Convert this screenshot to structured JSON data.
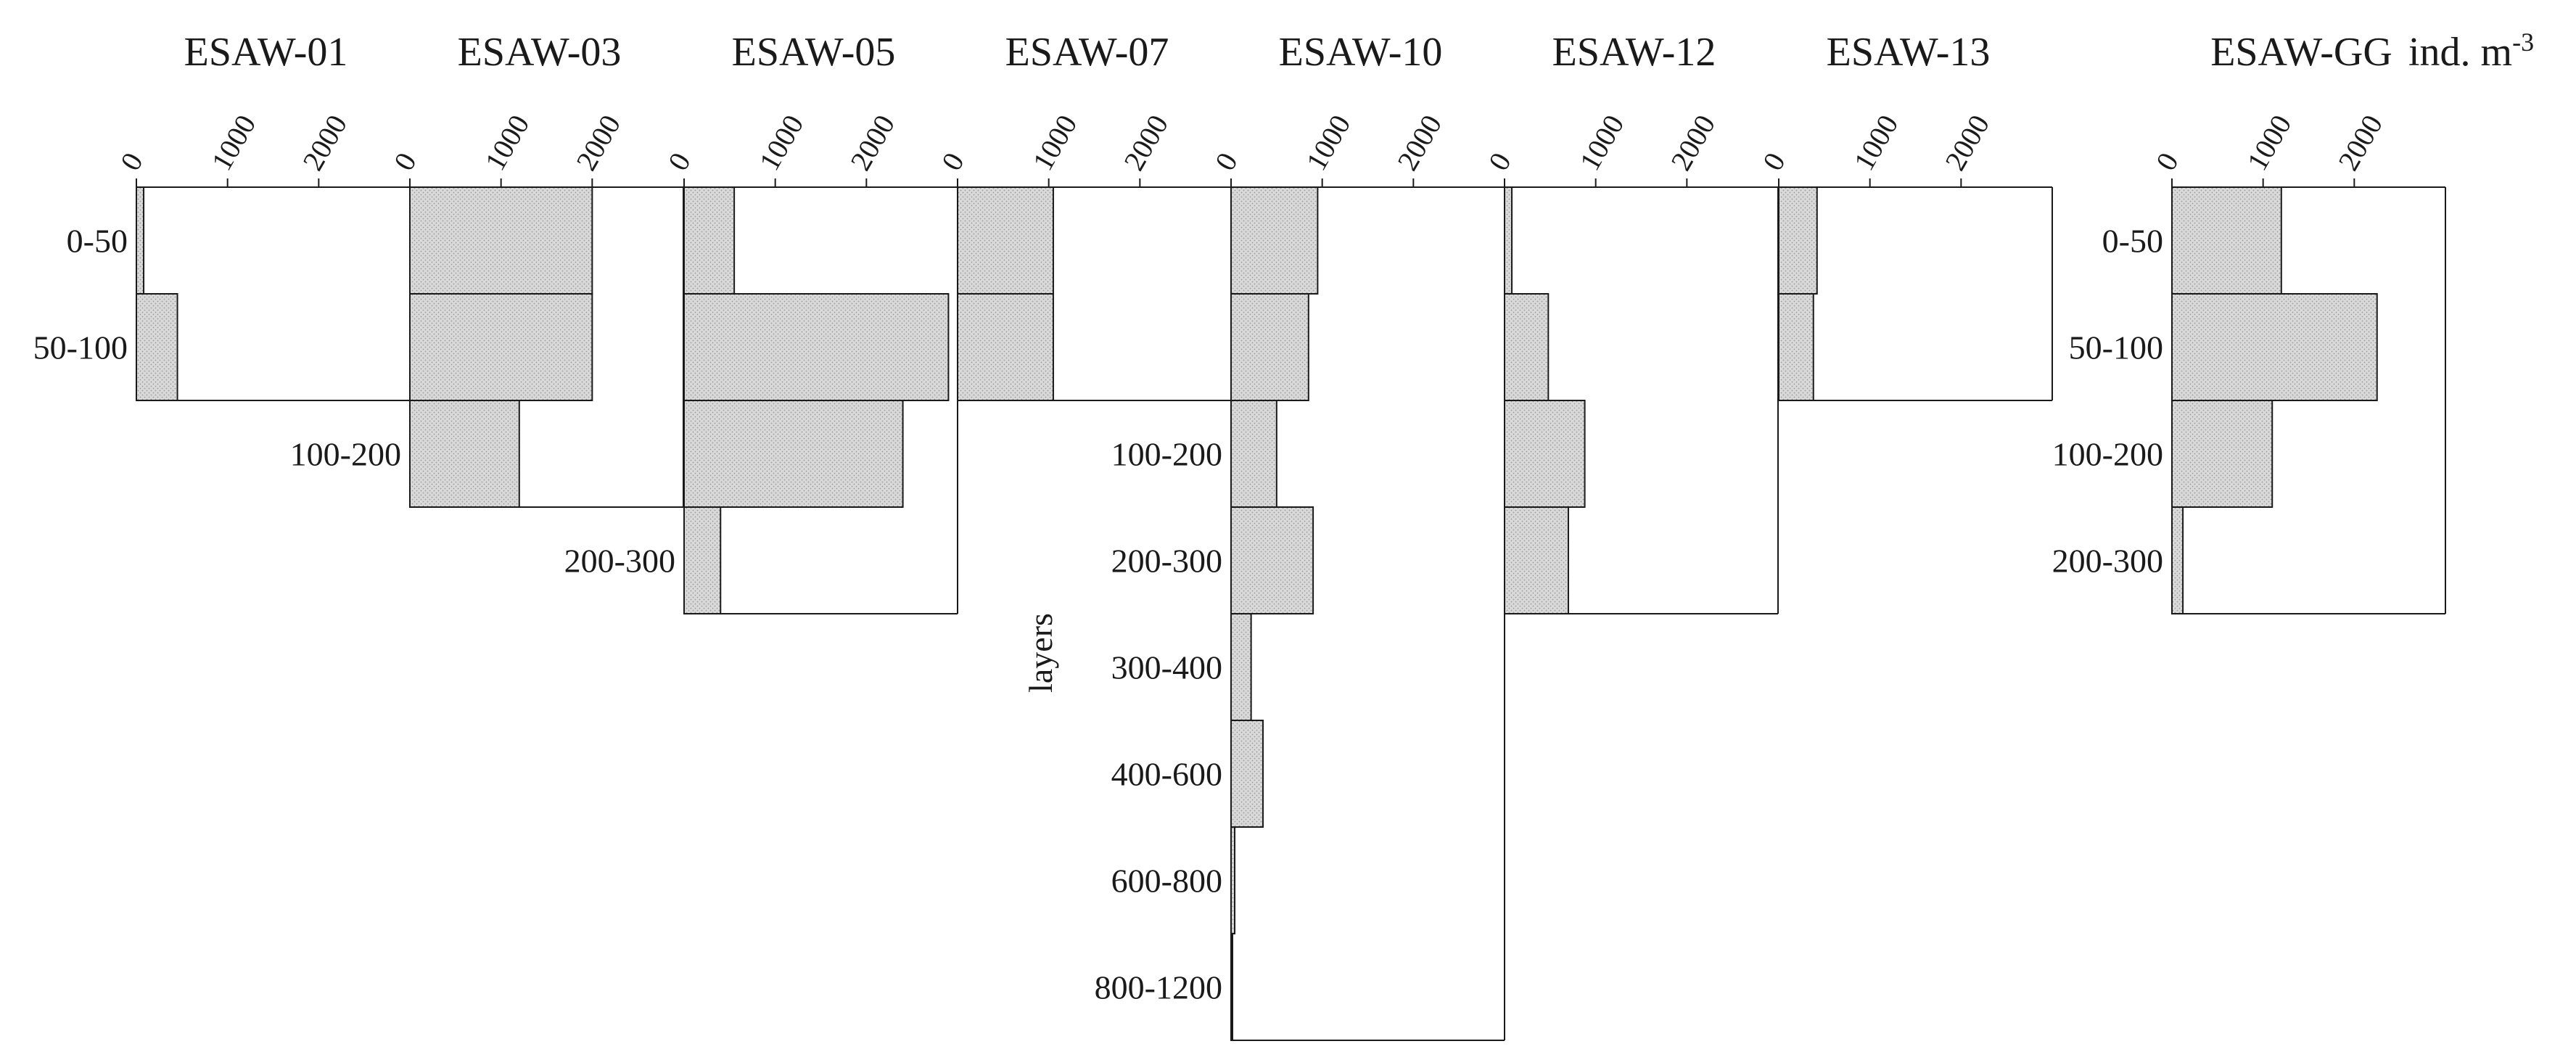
{
  "unit_label": "ind. m",
  "unit_exponent": "-3",
  "y_axis_label": "layers",
  "colors": {
    "bar_fill": "#d9d9d9",
    "bar_hatch": "#9a9a9a",
    "line": "#1a1a1a"
  },
  "chart_data": {
    "type": "bar",
    "orientation": "horizontal",
    "x_ticks": [
      "0",
      "1000",
      "2000"
    ],
    "xlim": [
      0,
      3000
    ],
    "layer_labels": [
      "0-50",
      "50-100",
      "100-200",
      "200-300",
      "300-400",
      "400-600",
      "600-800",
      "800-1200"
    ],
    "stations": [
      {
        "name": "ESAW-01",
        "layers": [
          "0-50",
          "50-100"
        ],
        "values": [
          80,
          450
        ],
        "labels_shown": [
          true,
          true
        ]
      },
      {
        "name": "ESAW-03",
        "layers": [
          "0-50",
          "50-100",
          "100-200"
        ],
        "values": [
          2000,
          2000,
          1200
        ],
        "labels_shown": [
          false,
          false,
          true
        ]
      },
      {
        "name": "ESAW-05",
        "layers": [
          "0-50",
          "50-100",
          "100-200",
          "200-300"
        ],
        "values": [
          550,
          2900,
          2400,
          400
        ],
        "labels_shown": [
          false,
          false,
          false,
          true
        ]
      },
      {
        "name": "ESAW-07",
        "layers": [
          "0-50",
          "50-100"
        ],
        "values": [
          1050,
          1050
        ],
        "labels_shown": [
          false,
          false
        ]
      },
      {
        "name": "ESAW-10",
        "layers": [
          "0-50",
          "50-100",
          "100-200",
          "200-300",
          "300-400",
          "400-600",
          "600-800",
          "800-1200"
        ],
        "values": [
          950,
          850,
          500,
          900,
          220,
          350,
          40,
          15
        ],
        "labels_shown": [
          false,
          false,
          true,
          true,
          true,
          true,
          true,
          true
        ]
      },
      {
        "name": "ESAW-12",
        "layers": [
          "0-50",
          "50-100",
          "100-200",
          "200-300"
        ],
        "values": [
          80,
          480,
          880,
          700
        ],
        "labels_shown": [
          false,
          false,
          false,
          false
        ]
      },
      {
        "name": "ESAW-13",
        "layers": [
          "0-50",
          "50-100"
        ],
        "values": [
          420,
          380
        ],
        "labels_shown": [
          false,
          false
        ]
      },
      {
        "name": "ESAW-GG",
        "layers": [
          "0-50",
          "50-100",
          "100-200",
          "200-300"
        ],
        "values": [
          1200,
          2250,
          1100,
          120
        ],
        "labels_shown": [
          true,
          true,
          true,
          true
        ]
      }
    ]
  }
}
